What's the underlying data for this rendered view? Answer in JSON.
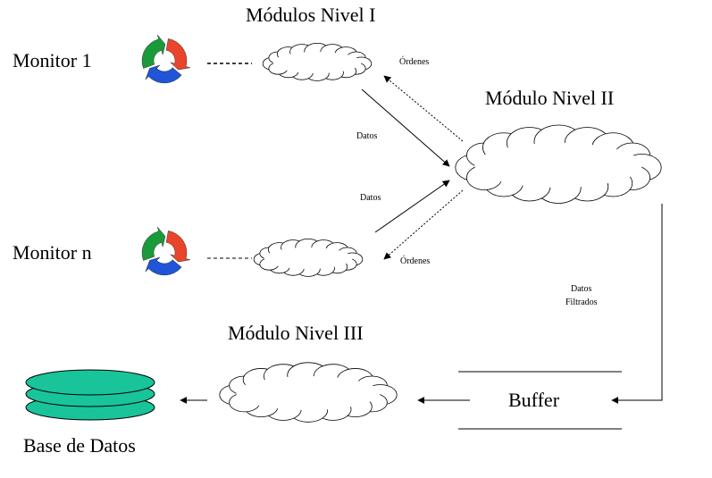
{
  "labels": {
    "monitor_1": "Monitor 1",
    "monitor_n": "Monitor n",
    "modulos_nivel_1": "Módulos Nivel I",
    "modulo_nivel_2": "Módulo Nivel II",
    "modulo_nivel_3": "Módulo Nivel III",
    "buffer": "Buffer",
    "base_de_datos": "Base de Datos",
    "ordenes_top": "Órdenes",
    "ordenes_bottom": "Órdenes",
    "datos_top": "Datos",
    "datos_bottom": "Datos",
    "datos_filtrados_1": "Datos",
    "datos_filtrados_2": "Filtrados"
  },
  "colors": {
    "recycle_red": "#e8452a",
    "recycle_green": "#1a9a3a",
    "recycle_blue": "#1f55d6",
    "database_fill": "#19c49a",
    "line": "#000000"
  },
  "icons": {
    "monitor": "cycle-arrows-icon",
    "database": "stacked-disk-database-icon",
    "module": "cloud-icon"
  }
}
